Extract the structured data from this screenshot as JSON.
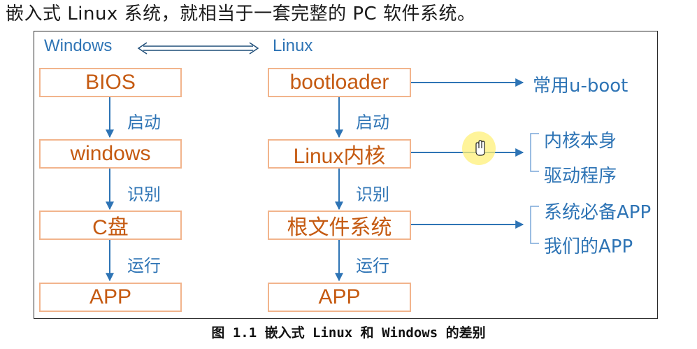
{
  "heading": "嵌入式 Linux 系统，就相当于一套完整的 PC 软件系统。",
  "windows_col": {
    "title": "Windows",
    "boxes": [
      "BIOS",
      "windows",
      "C盘",
      "APP"
    ],
    "edge_labels": [
      "启动",
      "识别",
      "运行"
    ]
  },
  "linux_col": {
    "title": "Linux",
    "boxes": [
      "bootloader",
      "Linux内核",
      "根文件系统",
      "APP"
    ],
    "edge_labels": [
      "启动",
      "识别",
      "运行"
    ]
  },
  "right_notes": {
    "bootloader_note": "常用u-boot",
    "kernel_notes": [
      "内核本身",
      "驱动程序"
    ],
    "rootfs_notes": [
      "系统必备APP",
      "我们的APP"
    ]
  },
  "caption": "图 1.1 嵌入式 Linux 和 Windows 的差别",
  "colors": {
    "box_border": "#f2b48c",
    "box_text": "#c55a11",
    "arrow": "#2e74b5",
    "label": "#2e74b5",
    "frame": "#2a2a2a"
  }
}
